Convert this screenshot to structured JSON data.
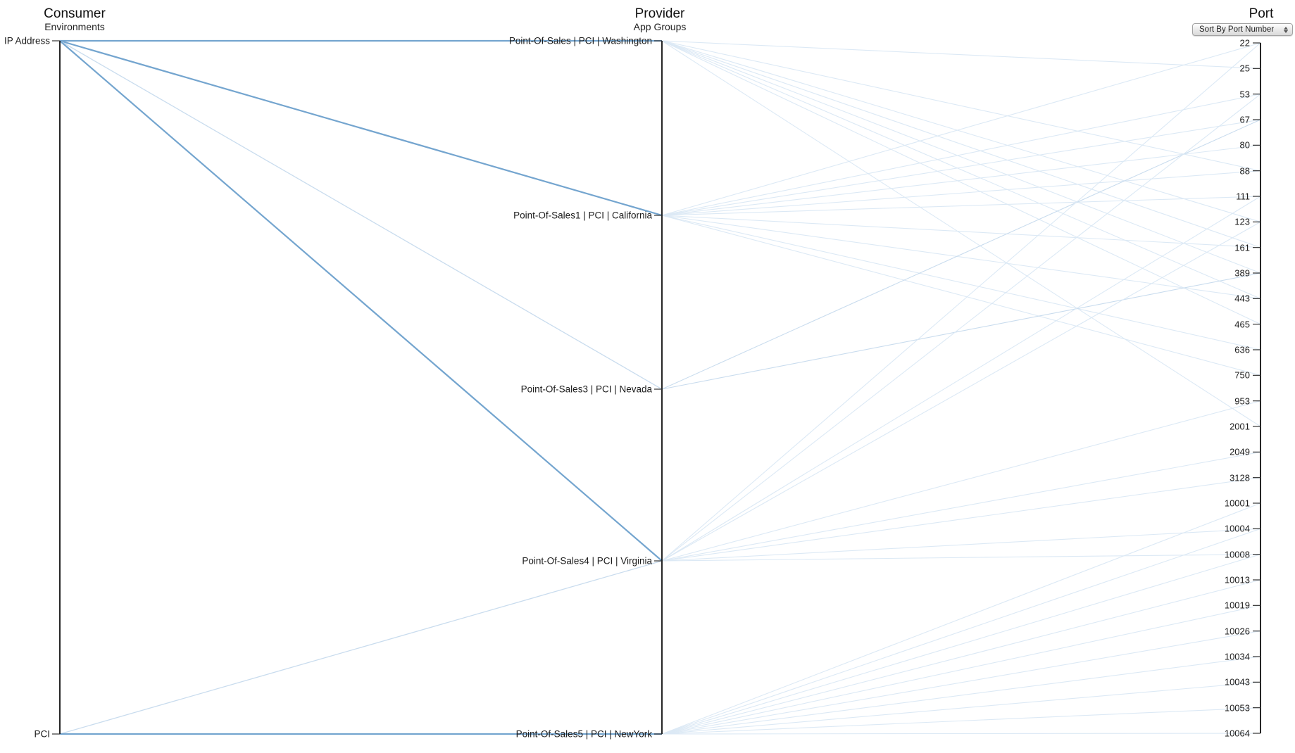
{
  "consumer": {
    "title": "Consumer",
    "subtitle": "Environments",
    "nodes": [
      "IP Address",
      "PCI"
    ]
  },
  "provider": {
    "title": "Provider",
    "subtitle": "App Groups",
    "nodes": [
      "Point-Of-Sales | PCI | Washington",
      "Point-Of-Sales1 | PCI | California",
      "Point-Of-Sales3 | PCI | Nevada",
      "Point-Of-Sales4 | PCI | Virginia",
      "Point-Of-Sales5 | PCI | NewYork"
    ]
  },
  "port": {
    "title": "Port",
    "sort_label": "Sort By Port Number",
    "values": [
      "22",
      "25",
      "53",
      "67",
      "80",
      "88",
      "111",
      "123",
      "161",
      "389",
      "443",
      "465",
      "636",
      "750",
      "953",
      "2001",
      "2049",
      "3128",
      "10001",
      "10004",
      "10008",
      "10013",
      "10019",
      "10026",
      "10034",
      "10043",
      "10053",
      "10064"
    ]
  },
  "chart_data": {
    "type": "parallel-coordinates",
    "axes": [
      "Consumer Environments",
      "Provider App Groups",
      "Port"
    ],
    "consumer_nodes": [
      "IP Address",
      "PCI"
    ],
    "provider_nodes": [
      "Point-Of-Sales | PCI | Washington",
      "Point-Of-Sales1 | PCI | California",
      "Point-Of-Sales3 | PCI | Nevada",
      "Point-Of-Sales4 | PCI | Virginia",
      "Point-Of-Sales5 | PCI | NewYork"
    ],
    "ports": [
      22,
      25,
      53,
      67,
      80,
      88,
      111,
      123,
      161,
      389,
      443,
      465,
      636,
      750,
      953,
      2001,
      2049,
      3128,
      10001,
      10004,
      10008,
      10013,
      10019,
      10026,
      10034,
      10043,
      10053,
      10064
    ],
    "links_consumer_to_provider": [
      {
        "consumer": "IP Address",
        "provider": "Point-Of-Sales | PCI | Washington",
        "strength": "strong"
      },
      {
        "consumer": "IP Address",
        "provider": "Point-Of-Sales1 | PCI | California",
        "strength": "strong"
      },
      {
        "consumer": "IP Address",
        "provider": "Point-Of-Sales3 | PCI | Nevada",
        "strength": "faint"
      },
      {
        "consumer": "IP Address",
        "provider": "Point-Of-Sales4 | PCI | Virginia",
        "strength": "strong"
      },
      {
        "consumer": "PCI",
        "provider": "Point-Of-Sales4 | PCI | Virginia",
        "strength": "faint"
      },
      {
        "consumer": "PCI",
        "provider": "Point-Of-Sales5 | PCI | NewYork",
        "strength": "strong"
      }
    ],
    "links_provider_to_port": [
      {
        "provider": "Point-Of-Sales | PCI | Washington",
        "ports": [
          "25",
          "88",
          "123",
          "161",
          "389",
          "443",
          "465",
          "2001"
        ]
      },
      {
        "provider": "Point-Of-Sales1 | PCI | California",
        "ports": [
          "22",
          "53",
          "67",
          "80",
          "88",
          "111",
          "161",
          "443",
          "636",
          "750"
        ]
      },
      {
        "provider": "Point-Of-Sales3 | PCI | Nevada",
        "ports": [
          "67",
          "389"
        ]
      },
      {
        "provider": "Point-Of-Sales4 | PCI | Virginia",
        "ports": [
          "22",
          "53",
          "111",
          "123",
          "953",
          "2049",
          "3128",
          "10004",
          "10008"
        ]
      },
      {
        "provider": "Point-Of-Sales5 | PCI | NewYork",
        "ports": [
          "10001",
          "10004",
          "10008",
          "10013",
          "10019",
          "10026",
          "10034",
          "10043",
          "10053",
          "10064"
        ]
      }
    ],
    "legend_position": "none",
    "grid": false
  },
  "colors": {
    "strong_link": "#74a5cf",
    "faint_link": "#c9dcee",
    "fan_link": "#dce9f5",
    "axis": "#000000",
    "tick": "#333333"
  }
}
